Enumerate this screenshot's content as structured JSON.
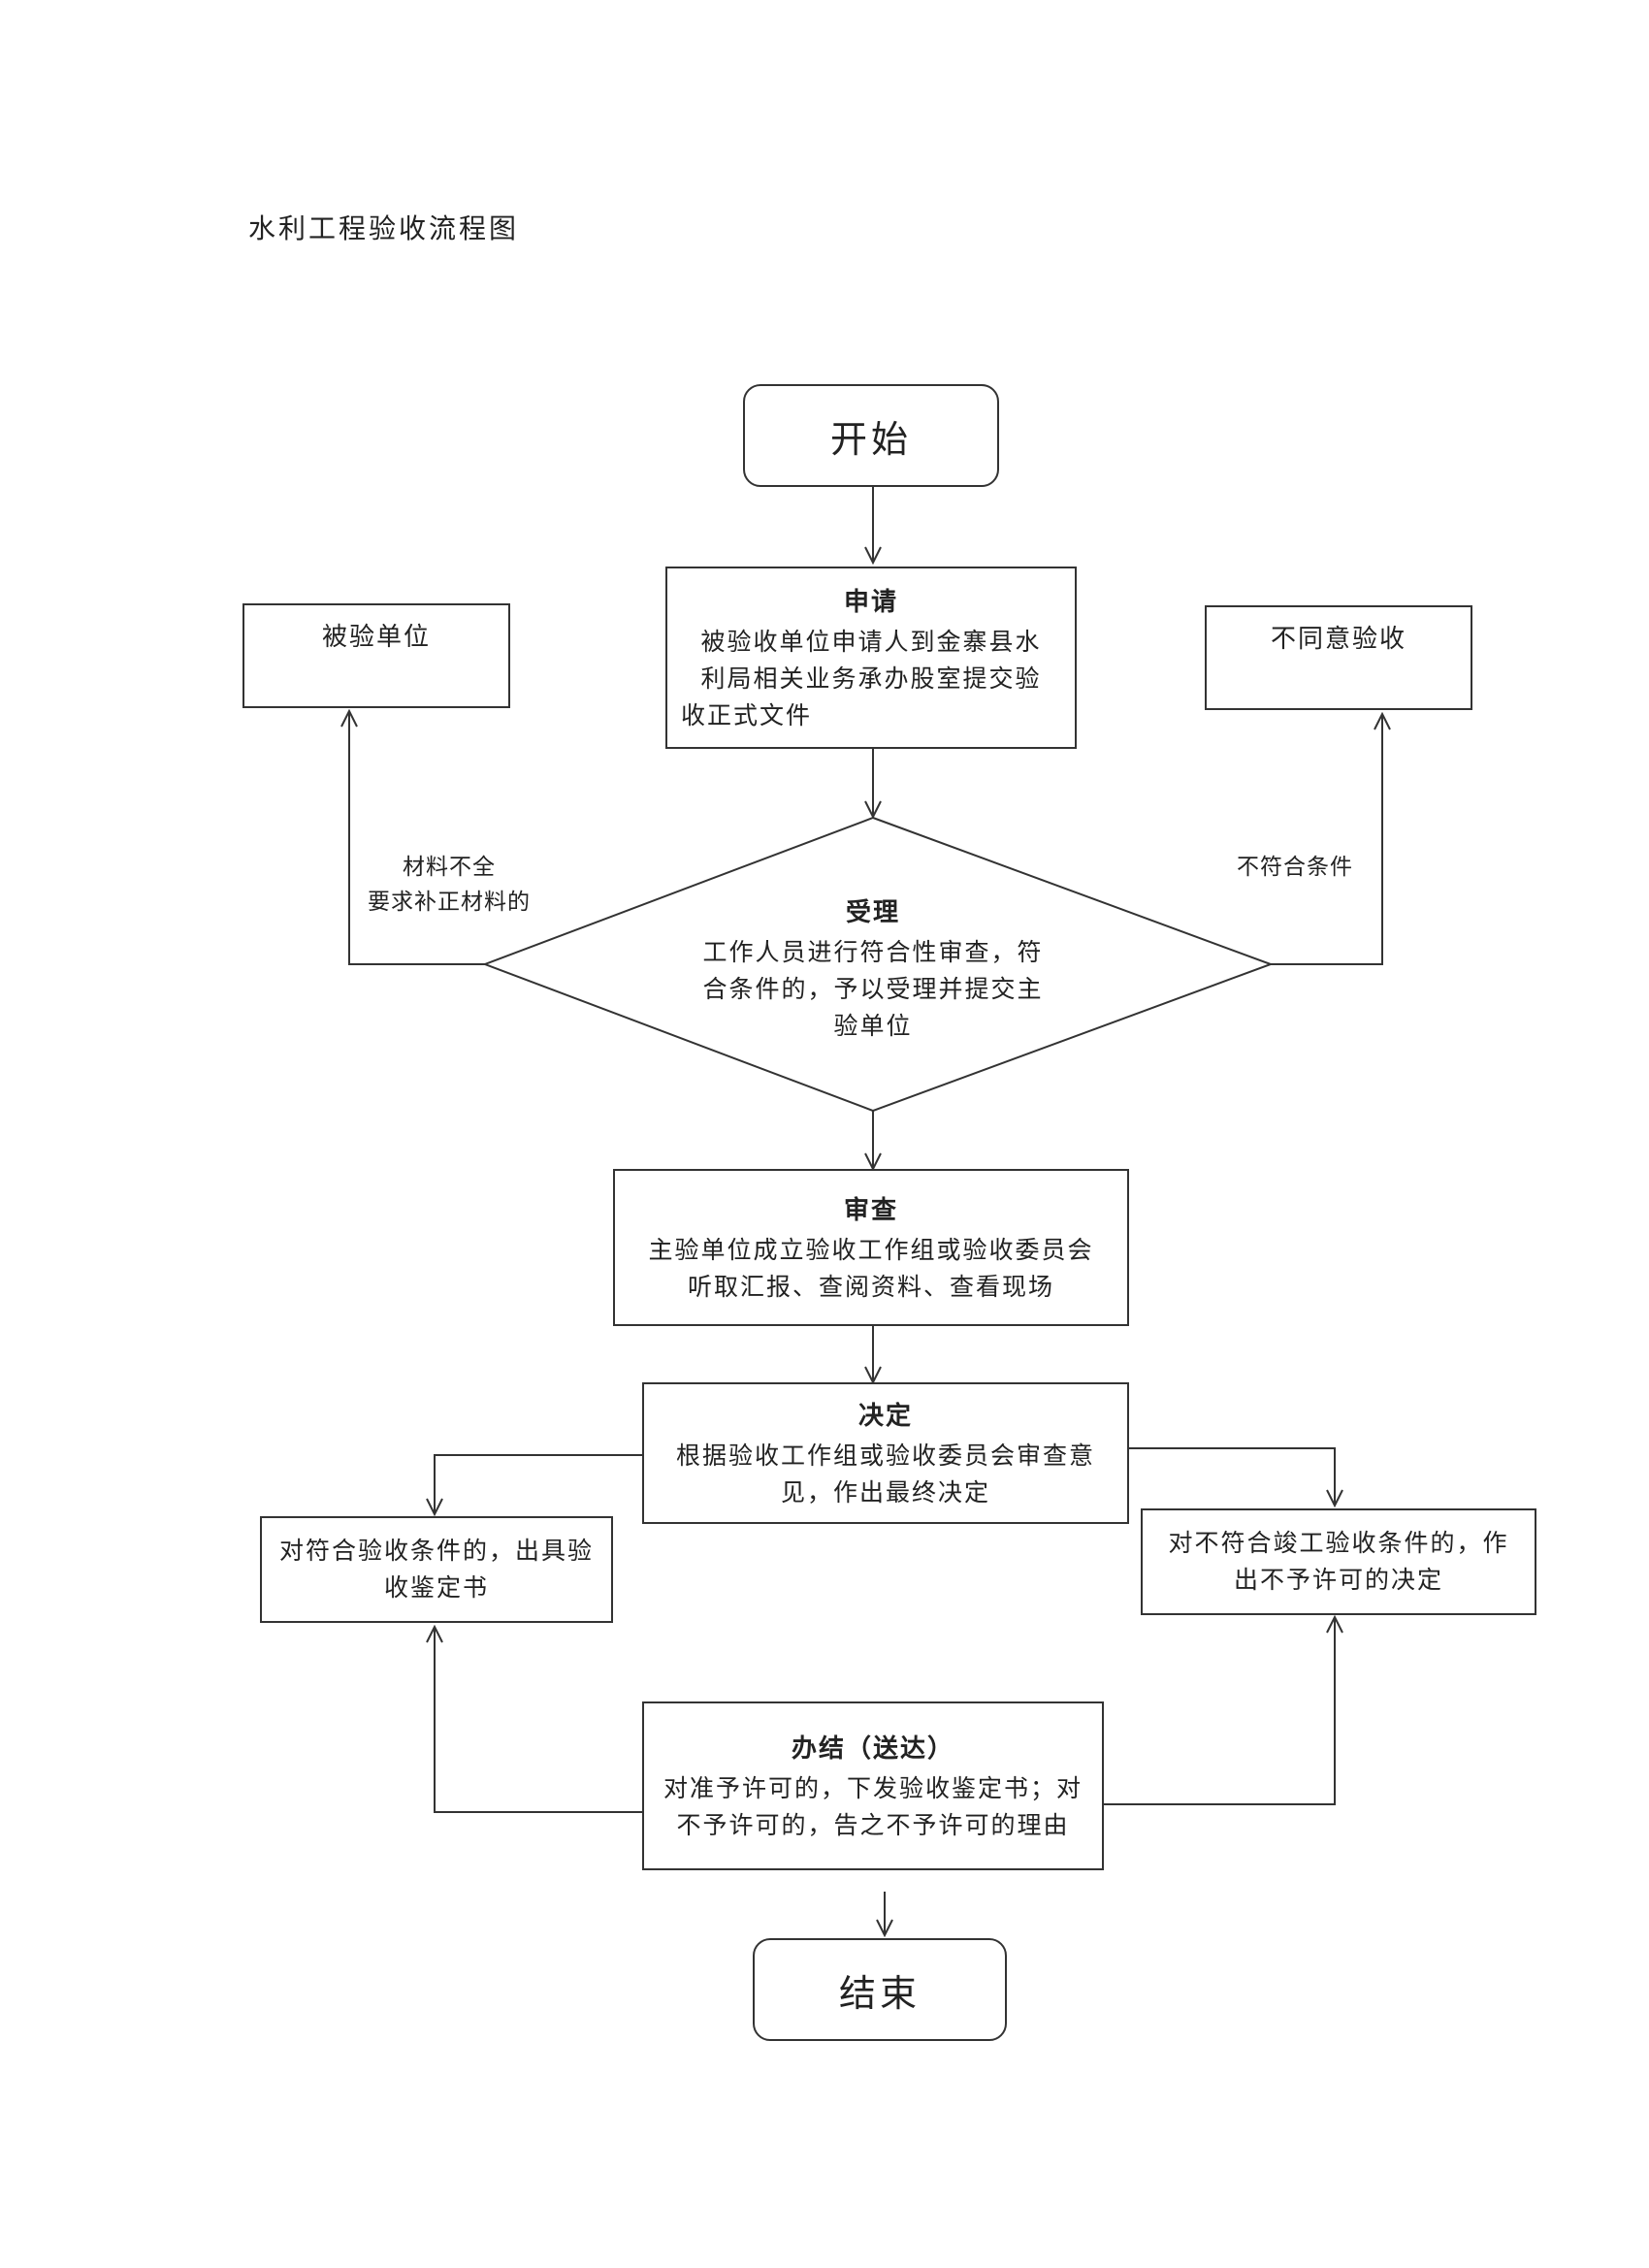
{
  "page_title": "水利工程验收流程图",
  "start_label": "开始",
  "end_label": "结束",
  "apply": {
    "title": "申请",
    "lines": [
      "被验收单位申请人到金寨县水",
      "利局相关业务承办股室提交验",
      "收正式文件"
    ]
  },
  "accept": {
    "title": "受理",
    "lines": [
      "工作人员进行符合性审查，符",
      "合条件的，予以受理并提交主",
      "验单位"
    ]
  },
  "review": {
    "title": "审查",
    "lines": [
      "主验单位成立验收工作组或验收委员会",
      "听取汇报、查阅资料、查看现场"
    ]
  },
  "decide": {
    "title": "决定",
    "lines": [
      "根据验收工作组或验收委员会审查意",
      "见，作出最终决定"
    ]
  },
  "finish": {
    "title": "办结（送达）",
    "lines": [
      "对准予许可的，下发验收鉴定书；对",
      "不予许可的，告之不予许可的理由"
    ]
  },
  "left_top_box": "被验单位",
  "right_top_box": "不同意验收",
  "left_branch_label": [
    "材料不全",
    "要求补正材料的"
  ],
  "right_branch_label": "不符合条件",
  "approve_box": [
    "对符合验收条件的，出具验",
    "收鉴定书"
  ],
  "reject_box": [
    "对不符合竣工验收条件的，作",
    "出不予许可的决定"
  ]
}
